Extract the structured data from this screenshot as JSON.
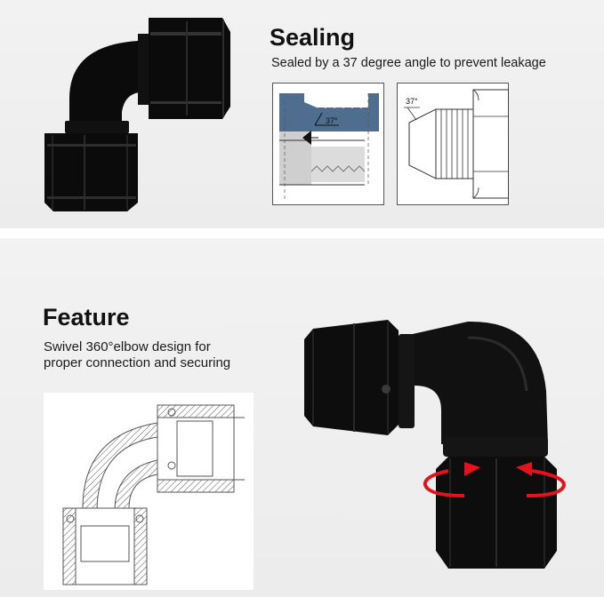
{
  "sections": {
    "sealing": {
      "title": "Sealing",
      "description": "Sealed by a 37 degree angle to prevent leakage",
      "diagram_labels": {
        "angle_left": "37°",
        "angle_right": "37°"
      }
    },
    "feature": {
      "title": "Feature",
      "description_line1": "Swivel 360°elbow design for",
      "description_line2": "proper connection and securing"
    }
  },
  "colors": {
    "panel_background": "#efefef",
    "fitting_black": "#0b0b0b",
    "swivel_arrow_red": "#e3131b",
    "section_blue": "#4e6d8f"
  },
  "icons": [
    "elbow-fitting-image",
    "seal-cross-section-diagram",
    "flare-fitting-diagram",
    "elbow-cross-section-diagram",
    "swivel-fitting-image",
    "rotation-arrow-icon"
  ]
}
